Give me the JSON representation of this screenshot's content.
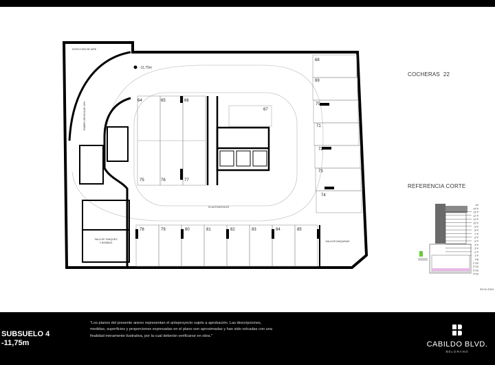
{
  "plan": {
    "level_mark": "-11,75m",
    "air_injection": "INYECCION DE AIRE",
    "ramp": "RAMPA VEHICULAR 20%",
    "cars_count": "22 AUTOMOVILES",
    "tank_room": [
      "SALA DE TANQUES",
      "Y BOMBAS"
    ],
    "machine_room": "SALA DE MAQUINAS",
    "stalls": {
      "top_island": [
        "64",
        "65",
        "66"
      ],
      "bottom_island": [
        "75",
        "76",
        "77"
      ],
      "core": "67",
      "right": [
        "68",
        "69",
        "70",
        "71",
        "72",
        "73",
        "74"
      ],
      "bottom": [
        "78",
        "79",
        "80",
        "81",
        "82",
        "83",
        "84",
        "85"
      ]
    }
  },
  "side": {
    "cocheras_label": "COCHERAS",
    "cocheras_count": "22",
    "section_title": "REFERENCIA CORTE",
    "section_levels": [
      "AZ",
      "14°P",
      "13°P",
      "12°P",
      "11°P",
      "10°P",
      "9°P",
      "8°P",
      "7°P",
      "6°P",
      "5°P",
      "4°P",
      "3°P",
      "2°P",
      "1°P",
      "PB",
      "1°SS",
      "2°SS",
      "3°SS",
      "4°SS"
    ],
    "highlighted_level": "4°SS",
    "highlight_color": "#e6b8e6",
    "date": "25.01.2024"
  },
  "footer": {
    "level_name": "SUBSUELO 4",
    "level_depth": "-11,75m",
    "disclaimer": "\"Los planos del presente anexo representan el anteproyecto sujeto a aprobación. Las descripciones, medidas, superficies y proporciones expresadas en el plano son aproximadas y han sido volcadas con una finalidad meramente ilustrativa, por la cual deberán verificarse en obra.\"",
    "brand": "CABILDO BLVD.",
    "brand_sub": "BELGRANO",
    "logo_icon": "cb-monogram-icon"
  }
}
